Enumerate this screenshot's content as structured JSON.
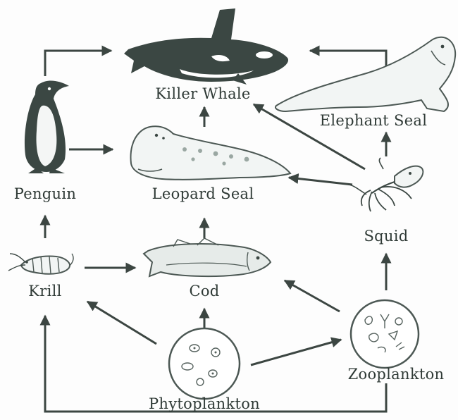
{
  "organisms": {
    "killer_whale": "Killer Whale",
    "elephant_seal": "Elephant Seal",
    "penguin": "Penguin",
    "leopard_seal": "Leopard Seal",
    "squid": "Squid",
    "krill": "Krill",
    "cod": "Cod",
    "zooplankton": "Zooplankton",
    "phytoplankton": "Phytoplankton"
  },
  "feeding_links": [
    {
      "from": "Phytoplankton",
      "to": "Krill"
    },
    {
      "from": "Phytoplankton",
      "to": "Cod"
    },
    {
      "from": "Phytoplankton",
      "to": "Zooplankton"
    },
    {
      "from": "Zooplankton",
      "to": "Cod"
    },
    {
      "from": "Zooplankton",
      "to": "Squid"
    },
    {
      "from": "Zooplankton",
      "to": "Krill"
    },
    {
      "from": "Krill",
      "to": "Penguin"
    },
    {
      "from": "Krill",
      "to": "Cod"
    },
    {
      "from": "Cod",
      "to": "Leopard Seal"
    },
    {
      "from": "Penguin",
      "to": "Leopard Seal"
    },
    {
      "from": "Penguin",
      "to": "Killer Whale"
    },
    {
      "from": "Squid",
      "to": "Leopard Seal"
    },
    {
      "from": "Squid",
      "to": "Killer Whale"
    },
    {
      "from": "Squid",
      "to": "Elephant Seal"
    },
    {
      "from": "Leopard Seal",
      "to": "Killer Whale"
    },
    {
      "from": "Elephant Seal",
      "to": "Killer Whale"
    }
  ],
  "colors": {
    "ink": "#3b4743",
    "arrow": "#3c4642",
    "label": "#2f3a36"
  }
}
